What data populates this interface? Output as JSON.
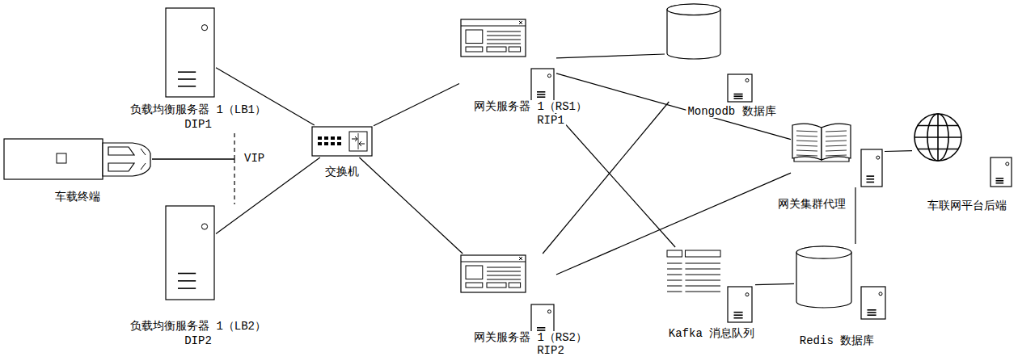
{
  "diagram": {
    "nodes": [
      {
        "text": [
          "负载均衡服务器 1（LB1）",
          "DIP1"
        ]
      },
      {
        "text": [
          "车载终端"
        ]
      },
      {
        "text": [
          "负载均衡服务器 1（LB2）",
          "DIP2"
        ]
      },
      {
        "text": [
          "交换机"
        ]
      },
      {
        "text": [
          "网关服务器 1（RS1）",
          "RIP1"
        ]
      },
      {
        "text": [
          "Mongodb 数据库"
        ]
      },
      {
        "text": [
          "网关集群代理"
        ]
      },
      {
        "text": [
          "车联网平台后端"
        ]
      },
      {
        "text": [
          "网关服务器 1（RS2）",
          "RIP2"
        ]
      },
      {
        "text": [
          "Kafka 消息队列"
        ]
      },
      {
        "text": [
          "Redis 数据库"
        ]
      }
    ],
    "edges": [
      {
        "from": 1,
        "to": 0,
        "arrow": "none"
      },
      {
        "from": 1,
        "to": 2,
        "arrow": "none"
      },
      {
        "from": 0,
        "to": 3,
        "arrow": "none"
      },
      {
        "from": 2,
        "to": 3,
        "arrow": "none"
      },
      {
        "from": 3,
        "to": 4,
        "arrow": "none"
      },
      {
        "from": 3,
        "to": 8,
        "arrow": "none"
      },
      {
        "from": 4,
        "to": 5,
        "arrow": "none"
      },
      {
        "from": 4,
        "to": 6,
        "arrow": "none"
      },
      {
        "from": 4,
        "to": 9,
        "arrow": "none"
      },
      {
        "from": 8,
        "to": 5,
        "arrow": "none"
      },
      {
        "from": 8,
        "to": 6,
        "arrow": "none"
      },
      {
        "from": 9,
        "to": 10,
        "arrow": "none"
      },
      {
        "from": 10,
        "to": 6,
        "arrow": "none"
      },
      {
        "from": 6,
        "to": 7,
        "arrow": "none"
      }
    ],
    "labels": [
      "VIP"
    ]
  }
}
